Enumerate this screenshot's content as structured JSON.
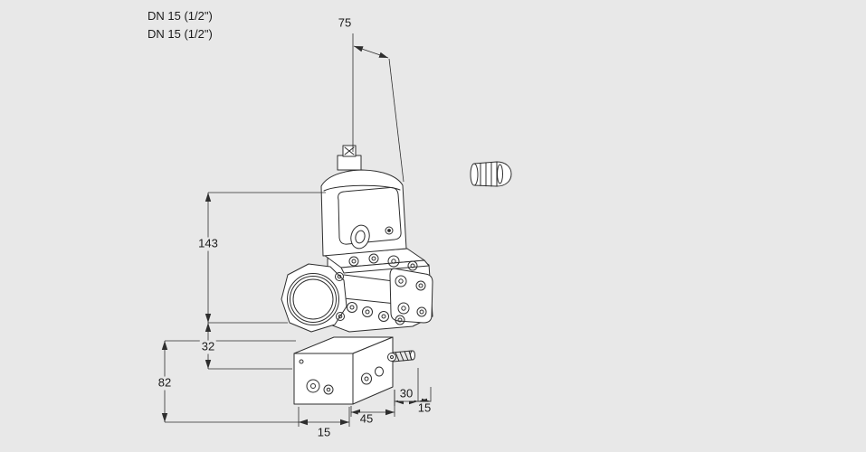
{
  "drawing": {
    "product_labels": {
      "line1": "DN 15 (1/2\")",
      "line2": "DN 15 (1/2\")"
    },
    "dimensions": {
      "top_width": "75",
      "upper_height": "143",
      "port_offset": "32",
      "lower_height": "82",
      "depth": "30",
      "depth_offset": "15",
      "bottom_width": "45",
      "bottom_offset": "15"
    },
    "colors": {
      "background": "#e8e8e8",
      "line": "#2e2e2e",
      "face": "#ffffff"
    }
  }
}
